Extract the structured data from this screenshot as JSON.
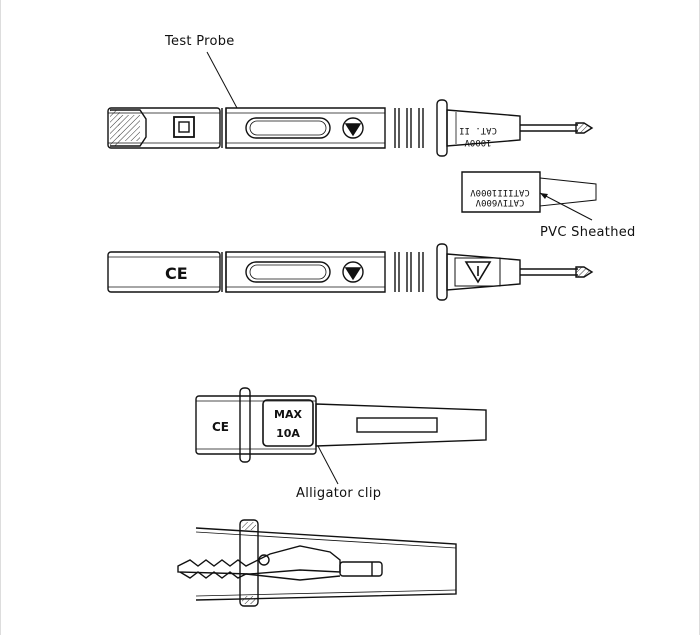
{
  "labels": {
    "test_probe": "Test Probe",
    "pvc_sheathed": "PVC Sheathed",
    "alligator_clip": "Alligator clip"
  },
  "probe_top": {
    "rating_line1": "CAT. II",
    "rating_line2": "1000V"
  },
  "sheath": {
    "rating_line1": "CATIII1000V",
    "rating_line2": "CATIV600V"
  },
  "clip": {
    "mark": "CE",
    "rating_line1": "MAX",
    "rating_line2": "10A"
  },
  "probe_bottom": {
    "mark": "CE"
  }
}
